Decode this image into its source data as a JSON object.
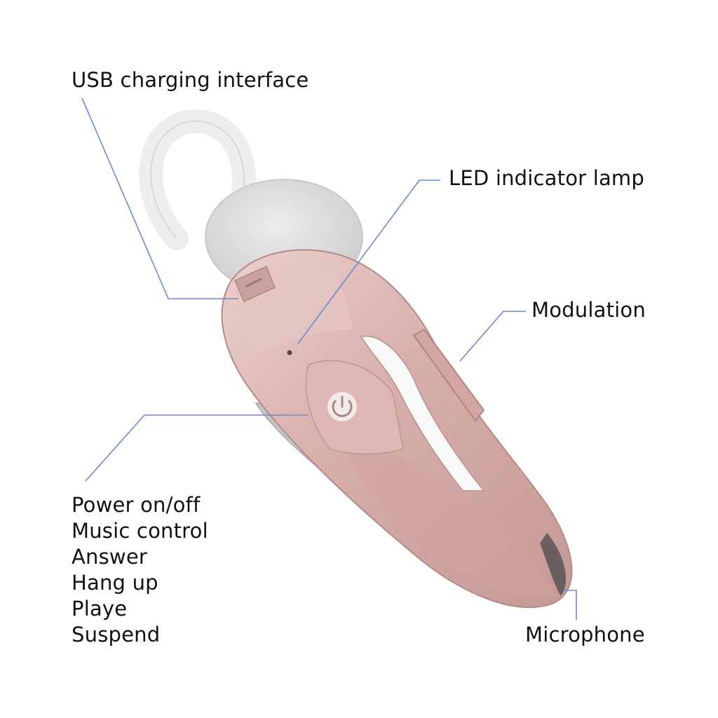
{
  "labels": {
    "usb": "USB charging interface",
    "led": "LED indicator lamp",
    "modulation": "Modulation",
    "microphone": "Microphone",
    "power_functions": [
      "Power on/off",
      "Music control",
      "Answer",
      "Hang up",
      "Playe",
      "Suspend"
    ]
  },
  "colors": {
    "leader_line": "#6f86d6",
    "shell": "#d9b3b0",
    "shell_dark": "#b98f8c",
    "ear_tip": "#e2e2e4",
    "ear_hook": "#f2f2f2",
    "silver": "#d8dadd"
  }
}
